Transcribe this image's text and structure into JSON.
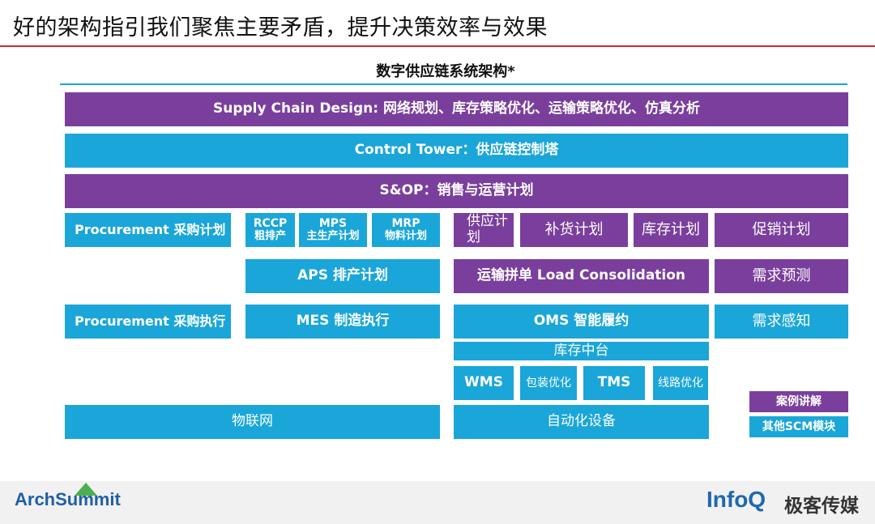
{
  "header": {
    "title": "好的架构指引我们聚焦主要矛盾，提升决策效率与效果",
    "subtitle": "数字供应链系统架构*"
  },
  "blocks": {
    "scd": "Supply Chain Design: 网络规划、库存策略优化、运输策略优化、仿真分析",
    "control_tower": "Control Tower：供应链控制塔",
    "sop": "S&OP：销售与运营计划",
    "procurement_plan": "Procurement 采购计划",
    "rccp": "RCCP",
    "rccp_sub": "粗排产",
    "mps": "MPS",
    "mps_sub": "主生产计划",
    "mrp": "MRP",
    "mrp_sub": "物料计划",
    "supply_plan": "供应计划",
    "replenish": "补货计划",
    "inventory_plan": "库存计划",
    "promo": "促销计划",
    "aps": "APS 排产计划",
    "load_consolidation": "运输拼单 Load Consolidation",
    "demand_forecast": "需求预测",
    "procurement_exec": "Procurement 采购执行",
    "mes": "MES 制造执行",
    "oms": "OMS 智能履约",
    "demand_sensing": "需求感知",
    "inventory_hub": "库存中台",
    "wms": "WMS",
    "packing": "包装优化",
    "tms": "TMS",
    "route": "线路优化",
    "iot": "物联网",
    "automation": "自动化设备"
  },
  "legend": {
    "case": "案例讲解",
    "other": "其他SCM模块"
  },
  "footer": {
    "left_logo": "ArchSummit",
    "brand_en": "InfoQ",
    "brand_cn": "极客传媒"
  },
  "colors": {
    "purple": "#7a3f9c",
    "blue": "#1aa6d8",
    "title_rule": "#d9262e"
  }
}
